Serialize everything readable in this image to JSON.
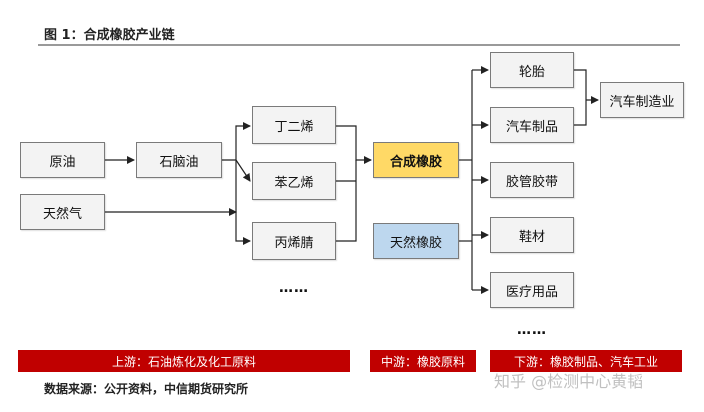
{
  "figure": {
    "title": "图 1：合成橡胶产业链",
    "source": "数据来源：公开资料，中信期货研究所",
    "watermark": "知乎 @检测中心黄韬"
  },
  "colors": {
    "band": "#c00000",
    "synthetic_rubber": "#ffd966",
    "natural_rubber": "#bdd7ee",
    "node_fill": "#f3f3f3"
  },
  "nodes": {
    "crude_oil": "原油",
    "natural_gas": "天然气",
    "naphtha": "石脑油",
    "butadiene": "丁二烯",
    "styrene": "苯乙烯",
    "acrylonitrile": "丙烯腈",
    "synthetic_rubber": "合成橡胶",
    "natural_rubber": "天然橡胶",
    "tires": "轮胎",
    "auto_parts": "汽车制品",
    "hoses_belts": "胶管胶带",
    "shoe_materials": "鞋材",
    "medical_supplies": "医疗用品",
    "auto_manufacturing": "汽车制造业"
  },
  "ellipsis": "……",
  "bands": {
    "upstream": "上游：石油炼化及化工原料",
    "midstream": "中游：橡胶原料",
    "downstream": "下游：橡胶制品、汽车工业"
  }
}
